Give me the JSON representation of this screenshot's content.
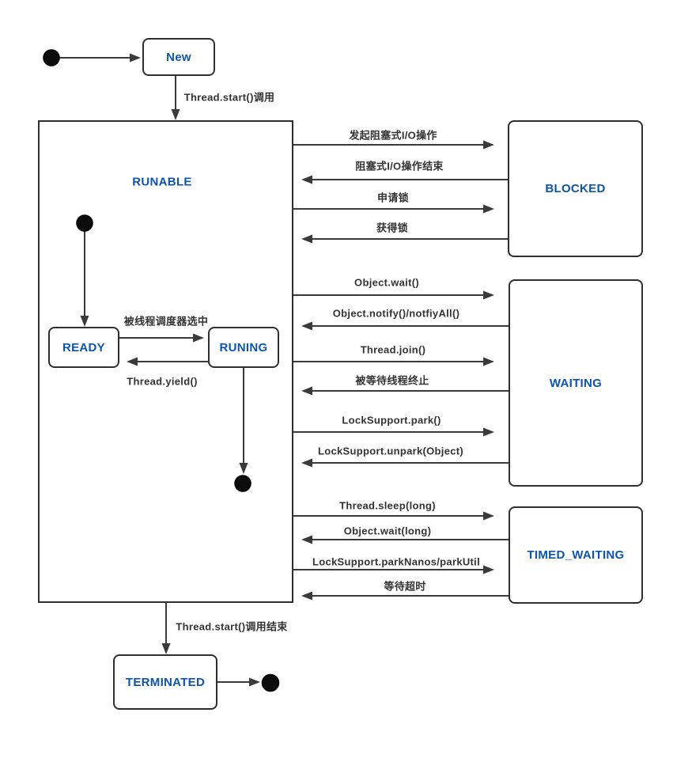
{
  "states": {
    "new": "New",
    "runnable": "RUNABLE",
    "ready": "READY",
    "running": "RUNING",
    "blocked": "BLOCKED",
    "waiting": "WAITING",
    "timed_waiting": "TIMED_WAITING",
    "terminated": "TERMINATED"
  },
  "transitions": {
    "start_call": "Thread.start()调用",
    "io_start": "发起阻塞式I/O操作",
    "io_end": "阻塞式I/O操作结束",
    "lock_request": "申请锁",
    "lock_acquired": "获得锁",
    "object_wait": "Object.wait()",
    "object_notify": "Object.notify()/notfiyAll()",
    "thread_join": "Thread.join()",
    "joined_thread_terminated": "被等待线程终止",
    "locksupport_park": "LockSupport.park()",
    "locksupport_unpark": "LockSupport.unpark(Object)",
    "thread_sleep": "Thread.sleep(long)",
    "object_wait_long": "Object.wait(long)",
    "locksupport_parknanos": "LockSupport.parkNanos/parkUtil",
    "wait_timeout": "等待超时",
    "scheduler_selected": "被线程调度器选中",
    "thread_yield": "Thread.yield()",
    "start_call_end": "Thread.start()调用结束"
  },
  "colors": {
    "state_text": "#0d55a6",
    "line": "#3a3a3a",
    "label_text": "#333333",
    "background": "#ffffff"
  }
}
